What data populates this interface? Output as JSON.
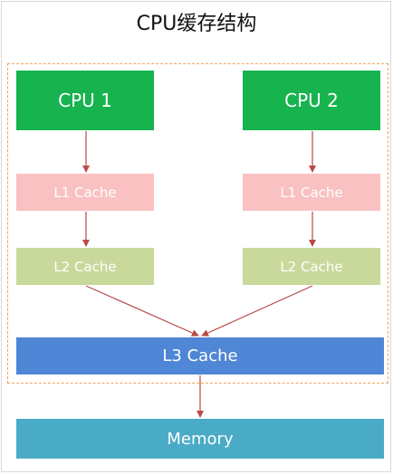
{
  "title": "CPU缓存结构",
  "cpus": [
    {
      "cpu": "CPU 1",
      "l1": "L1 Cache",
      "l2": "L2 Cache"
    },
    {
      "cpu": "CPU 2",
      "l1": "L1 Cache",
      "l2": "L2 Cache"
    }
  ],
  "l3": "L3 Cache",
  "memory": "Memory",
  "colors": {
    "cpu": "#17b34f",
    "l1": "#f9c1c2",
    "l2": "#c8d99b",
    "l3": "#4f86d6",
    "memory": "#4aabc6",
    "arrow": "#b84a48",
    "group_border": "#f0a25c"
  }
}
